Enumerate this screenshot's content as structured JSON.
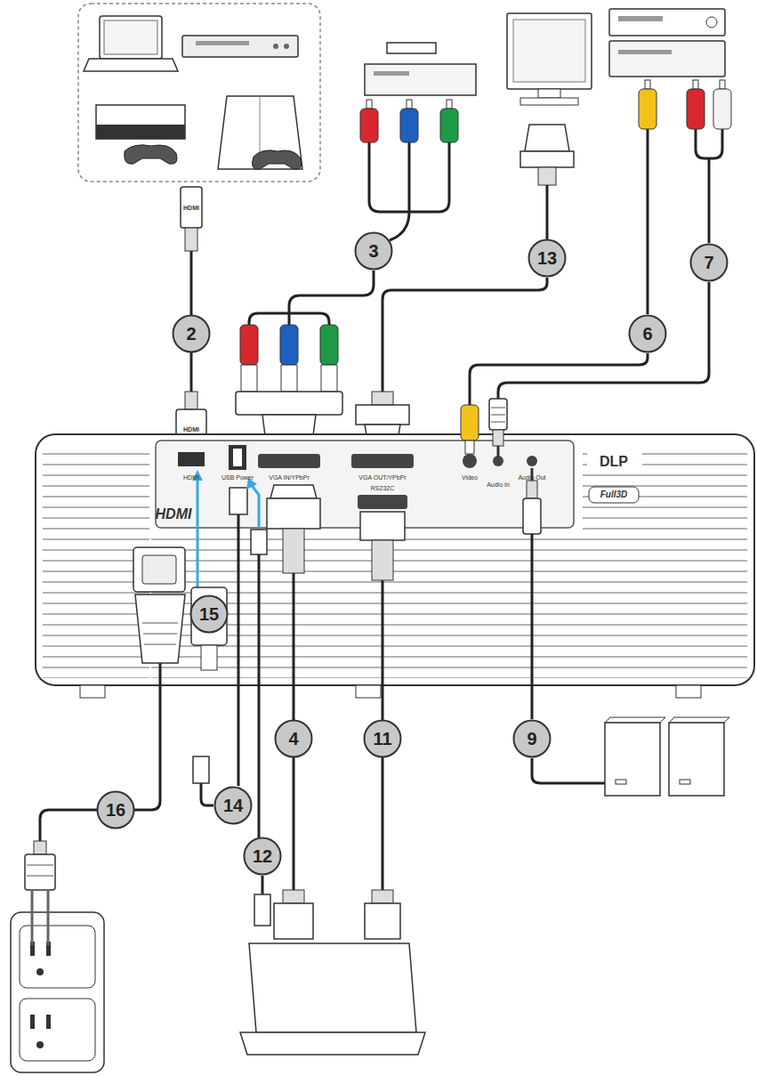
{
  "diagram": {
    "nodes": [
      {
        "text": [
          "3"
        ]
      },
      {
        "text": [
          "13"
        ]
      },
      {
        "text": [
          "7"
        ]
      },
      {
        "text": [
          "2"
        ]
      },
      {
        "text": [
          "6"
        ]
      },
      {
        "text": [
          "15"
        ]
      },
      {
        "text": [
          "4"
        ]
      },
      {
        "text": [
          "11"
        ]
      },
      {
        "text": [
          "9"
        ]
      },
      {
        "text": [
          "14"
        ]
      },
      {
        "text": [
          "16"
        ]
      },
      {
        "text": [
          "12"
        ]
      }
    ],
    "labels": [
      "HDMI",
      "HDMI",
      "HDMI",
      "USB Power",
      "VGA IN/YPbPr",
      "VGA OUT/YPbPr",
      "RS232C",
      "Video",
      "Audio In",
      "Audio Out",
      "HDMI",
      "DLP",
      "Full3D"
    ]
  }
}
